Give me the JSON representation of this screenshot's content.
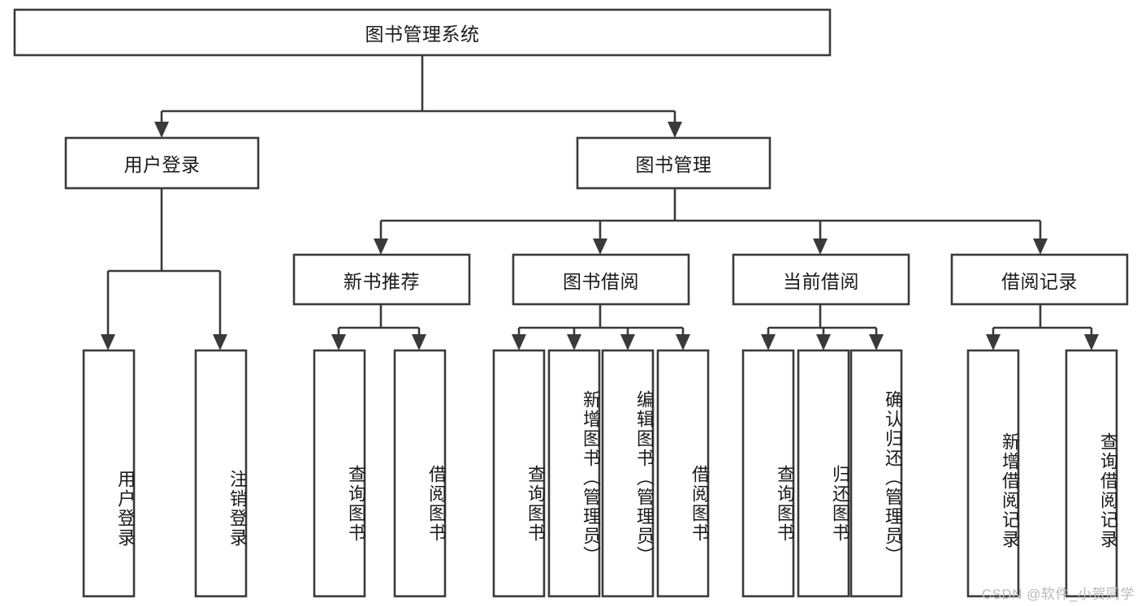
{
  "diagram": {
    "title": "图书管理系统",
    "type": "tree-hierarchy-chart",
    "root": {
      "id": "root",
      "label": "图书管理系统"
    },
    "level2": [
      {
        "id": "user-login",
        "label": "用户登录"
      },
      {
        "id": "book-manage",
        "label": "图书管理"
      }
    ],
    "level3": [
      {
        "id": "new-book-recommend",
        "label": "新书推荐"
      },
      {
        "id": "book-borrow",
        "label": "图书借阅"
      },
      {
        "id": "current-borrow",
        "label": "当前借阅"
      },
      {
        "id": "borrow-record",
        "label": "借阅记录"
      }
    ],
    "leaves": {
      "user_login": [
        {
          "id": "leaf-user-login",
          "label": "用户登录"
        },
        {
          "id": "leaf-logout-login",
          "label": "注销登录"
        }
      ],
      "new_book_recommend": [
        {
          "id": "leaf-query-book-1",
          "label": "查询图书"
        },
        {
          "id": "leaf-borrow-book-1",
          "label": "借阅图书"
        }
      ],
      "book_borrow": [
        {
          "id": "leaf-query-book-2",
          "label": "查询图书"
        },
        {
          "id": "leaf-add-book",
          "label": "新增图书（管理员）"
        },
        {
          "id": "leaf-edit-book",
          "label": "编辑图书（管理员）"
        },
        {
          "id": "leaf-borrow-book-2",
          "label": "借阅图书"
        }
      ],
      "current_borrow": [
        {
          "id": "leaf-query-book-3",
          "label": "查询图书"
        },
        {
          "id": "leaf-return-book",
          "label": "归还图书"
        },
        {
          "id": "leaf-confirm-return",
          "label": "确认归还（管理员）"
        }
      ],
      "borrow_record": [
        {
          "id": "leaf-add-borrow-record",
          "label": "新增借阅记录"
        },
        {
          "id": "leaf-query-borrow-record",
          "label": "查询借阅记录"
        }
      ]
    }
  },
  "watermark": {
    "text": "CSDN @软件_小贺同学"
  },
  "colors": {
    "stroke": "#3a3a3a",
    "fill": "#ffffff",
    "text": "#1a1a1a",
    "watermark": "#b9b9b9",
    "background": "#ffffff"
  }
}
